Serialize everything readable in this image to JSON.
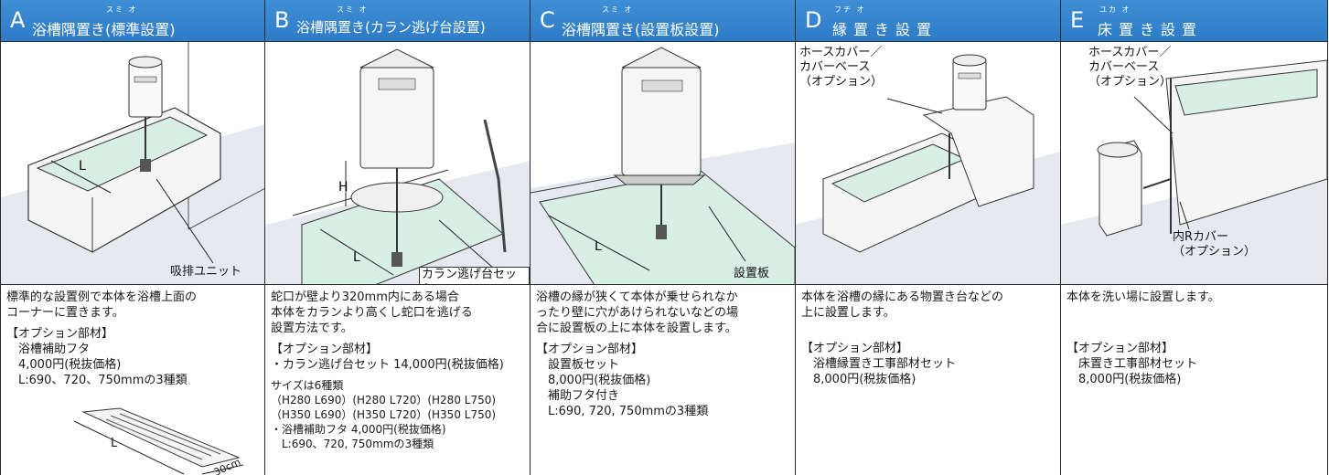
{
  "columns": [
    {
      "letter": "A",
      "ruby": "スミ オ",
      "title": "浴槽隅置き(標準設置)",
      "callouts": [
        "L",
        "吸排ユニット"
      ],
      "body": "標準的な設置例で本体を浴槽上面の\nコーナーに置きます。",
      "options": "【オプション部材】\n　浴槽補助フタ\n　4,000円(税抜価格)\n　L:690、720、750mmの3種類",
      "lid_labels": [
        "L",
        "30cm"
      ]
    },
    {
      "letter": "B",
      "ruby": "スミ オ",
      "title": "浴槽隅置き(カラン逃げ台設置)",
      "callouts": [
        "H",
        "L",
        "カラン逃げ台セット"
      ],
      "body": "蛇口が壁より320mm内にある場合\n本体をカランより高くし蛇口を逃げる\n設置方法です。",
      "options": "【オプション部材】\n・カラン逃げ台セット 14,000円(税抜価格)",
      "sizes": "サイズは6種類\n（H280 L690）(H280 L720）(H280 L750)\n（H350 L690）(H350 L720）(H350 L750)\n・浴槽補助フタ 4,000円(税抜価格)\n　L:690、720, 750mmの3種類"
    },
    {
      "letter": "C",
      "ruby": "スミ オ",
      "title": "浴槽隅置き(設置板設置)",
      "callouts": [
        "L",
        "設置板"
      ],
      "body": "浴槽の縁が狭くて本体が乗せられなか\nったり壁に穴があけられないなどの場\n合に設置板の上に本体を設置します。",
      "options": "【オプション部材】\n　設置板セット\n　8,000円(税抜価格)\n　補助フタ付き\n　L:690, 720, 750mmの3種類"
    },
    {
      "letter": "D",
      "ruby": "フチ オ",
      "title": "縁置き設置",
      "callouts": [
        "ホースカバー／\nカバーベース\n（オプション）"
      ],
      "body": "本体を浴槽の縁にある物置き台などの\n上に設置します。",
      "options": "【オプション部材】\n　浴槽縁置き工事部材セット\n　8,000円(税抜価格)"
    },
    {
      "letter": "E",
      "ruby": "ユカ オ",
      "title": "床置き設置",
      "callouts": [
        "ホースカバー／\nカバーベース\n（オプション）",
        "内Rカバー\n（オプション）"
      ],
      "body": "本体を洗い場に設置します。",
      "options": "【オプション部材】\n　床置き工事部材セット\n　8,000円(税抜価格)"
    }
  ]
}
